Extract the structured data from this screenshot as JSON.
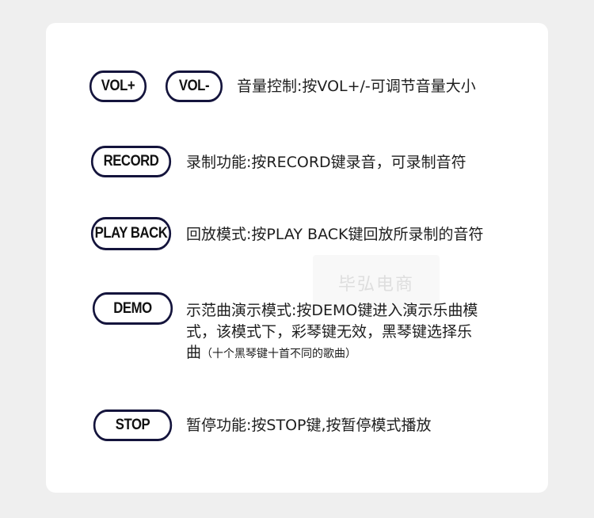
{
  "buttons": {
    "vol_plus": "VOL+",
    "vol_minus": "VOL-",
    "record": "RECORD",
    "play_back": "PLAY BACK",
    "demo": "DEMO",
    "stop": "STOP"
  },
  "descriptions": {
    "volume": "音量控制:按VOL+/-可调节音量大小",
    "record": "录制功能:按RECORD键录音，可录制音符",
    "play_back": "回放模式:按PLAY BACK键回放所录制的音符",
    "demo_line1": "示范曲演示模式:按DEMO键进入演示乐曲模",
    "demo_line2": "式，该模式下，彩琴键无效，黑琴键选择乐",
    "demo_line3_main": "曲",
    "demo_line3_note": "（十个黑琴键十首不同的歌曲）",
    "stop": "暂停功能:按STOP键,按暂停模式播放"
  },
  "watermark": "毕弘电商",
  "colors": {
    "page_background": "#efefef",
    "card_background": "#ffffff",
    "button_border": "#14143c",
    "text": "#1e1e1e"
  }
}
